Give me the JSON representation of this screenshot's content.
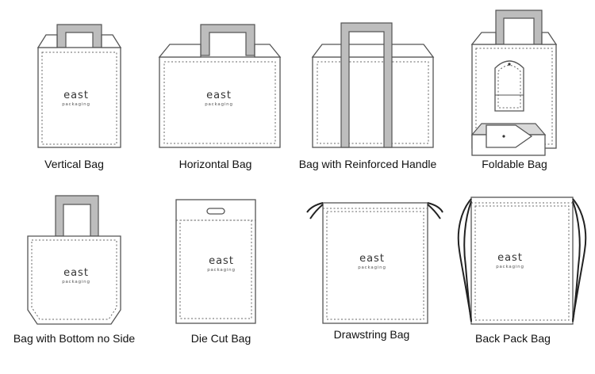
{
  "brand": {
    "name": "east",
    "tagline": "packaging"
  },
  "bags": [
    {
      "label": "Vertical Bag"
    },
    {
      "label": "Horizontal Bag"
    },
    {
      "label": "Bag with Reinforced Handle"
    },
    {
      "label": "Foldable Bag"
    },
    {
      "label": "Bag with Bottom no Side"
    },
    {
      "label": "Die Cut Bag"
    },
    {
      "label": "Drawstring Bag"
    },
    {
      "label": "Back Pack Bag"
    }
  ],
  "colors": {
    "outline": "#555555",
    "handle": "#bdbdbd",
    "rope": "#222222",
    "background": "#ffffff"
  }
}
